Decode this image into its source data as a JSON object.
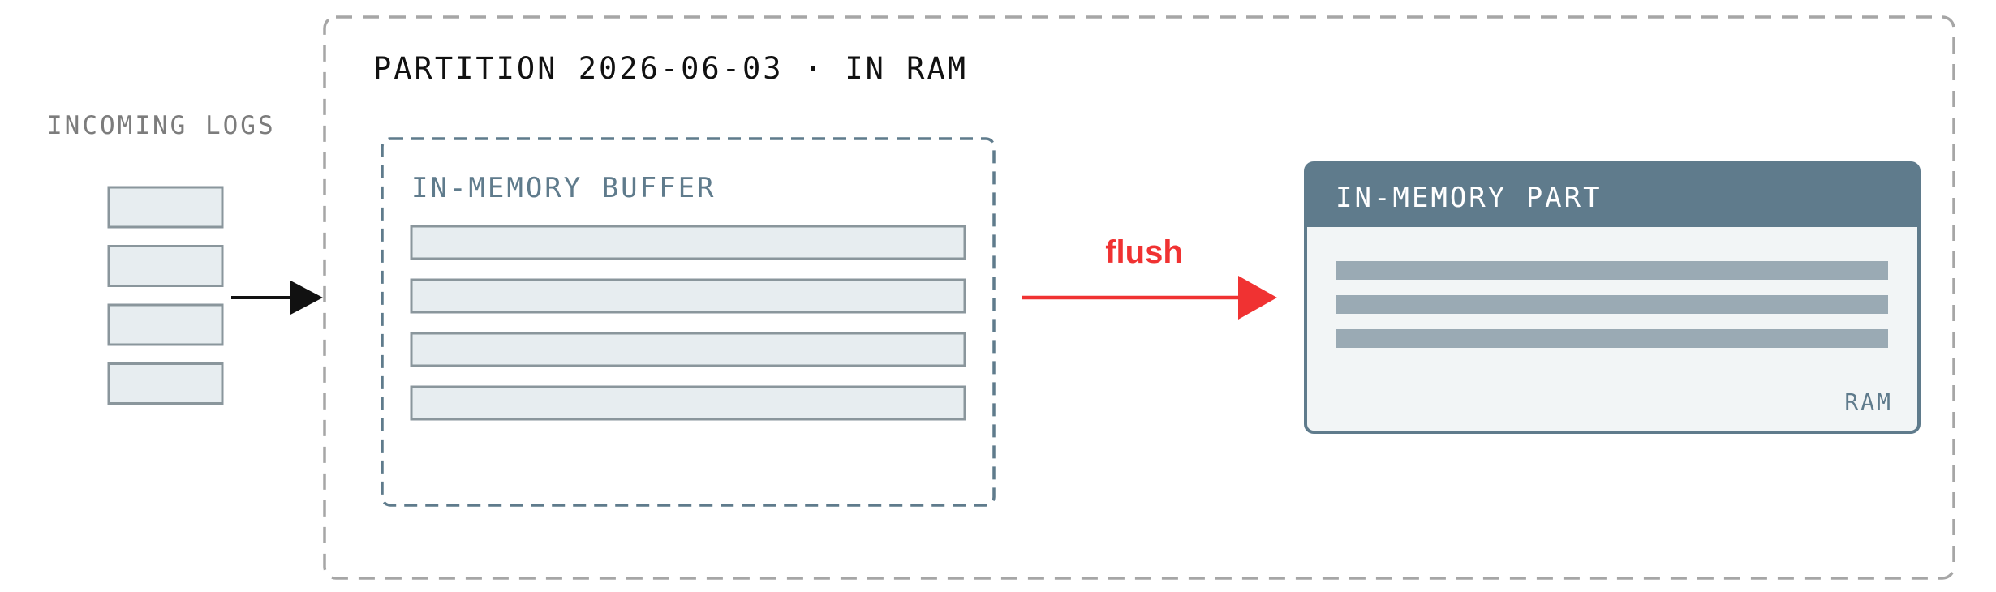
{
  "diagram": {
    "partition": {
      "title": "PARTITION 2026-06-03 · IN RAM"
    },
    "incoming": {
      "label": "INCOMING LOGS",
      "log_count": 4
    },
    "buffer": {
      "label": "IN-MEMORY BUFFER",
      "row_count": 4
    },
    "flush": {
      "label": "flush"
    },
    "part": {
      "header": "IN-MEMORY PART",
      "footer": "RAM",
      "row_count": 3
    }
  },
  "colors": {
    "partition_border": "#a6a6a6",
    "slate": "#5f7b8c",
    "log_fill": "#e7edf0",
    "log_stroke": "#8a969c",
    "part_body": "#f2f5f6",
    "part_row": "#9aaab4",
    "flush_red": "#f03232",
    "arrow_black": "#111111",
    "label_gray": "#7c7c7c",
    "title_black": "#111111"
  }
}
